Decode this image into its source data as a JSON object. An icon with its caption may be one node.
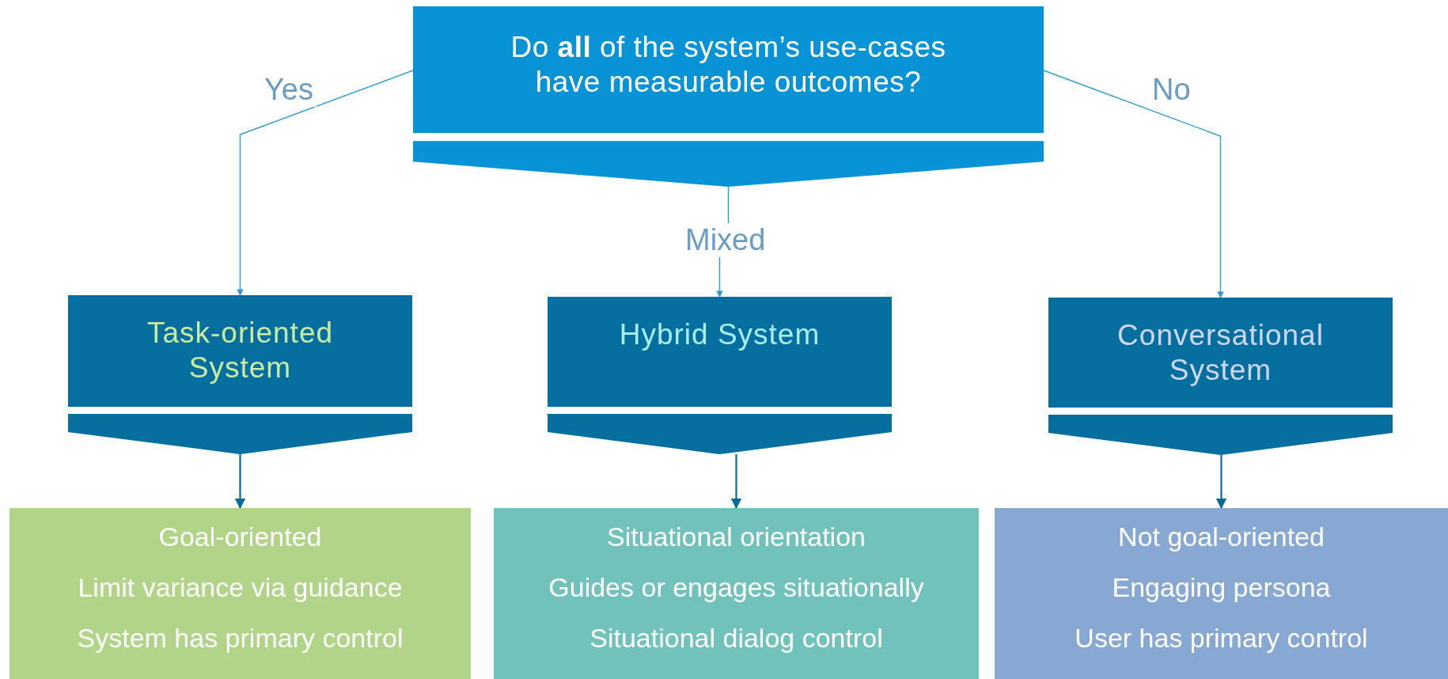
{
  "diagram": {
    "nodes": [
      {
        "text": [
          "Do **all** of the system’s use-cases have measurable outcomes?"
        ]
      },
      {
        "text": [
          "Task-oriented System"
        ]
      },
      {
        "text": [
          "Hybrid System"
        ]
      },
      {
        "text": [
          "Conversational System"
        ]
      },
      {
        "text": [
          "Goal-oriented",
          "Limit variance via guidance",
          "System has primary control"
        ]
      },
      {
        "text": [
          "Situational orientation",
          "Guides or engages situationally",
          "Situational dialog control"
        ]
      },
      {
        "text": [
          "Not goal-oriented",
          "Engaging persona",
          "User has primary control"
        ]
      }
    ],
    "edges": [
      {
        "from": 0,
        "to": 1,
        "arrow": "to",
        "label": "Yes"
      },
      {
        "from": 0,
        "to": 2,
        "arrow": "to",
        "label": "Mixed"
      },
      {
        "from": 0,
        "to": 3,
        "arrow": "to",
        "label": "No"
      },
      {
        "from": 1,
        "to": 4,
        "arrow": "to",
        "color": "#066a9a"
      },
      {
        "from": 2,
        "to": 5,
        "arrow": "to",
        "color": "#066a9a"
      },
      {
        "from": 3,
        "to": 6,
        "arrow": "to",
        "color": "#066a9a"
      }
    ]
  }
}
